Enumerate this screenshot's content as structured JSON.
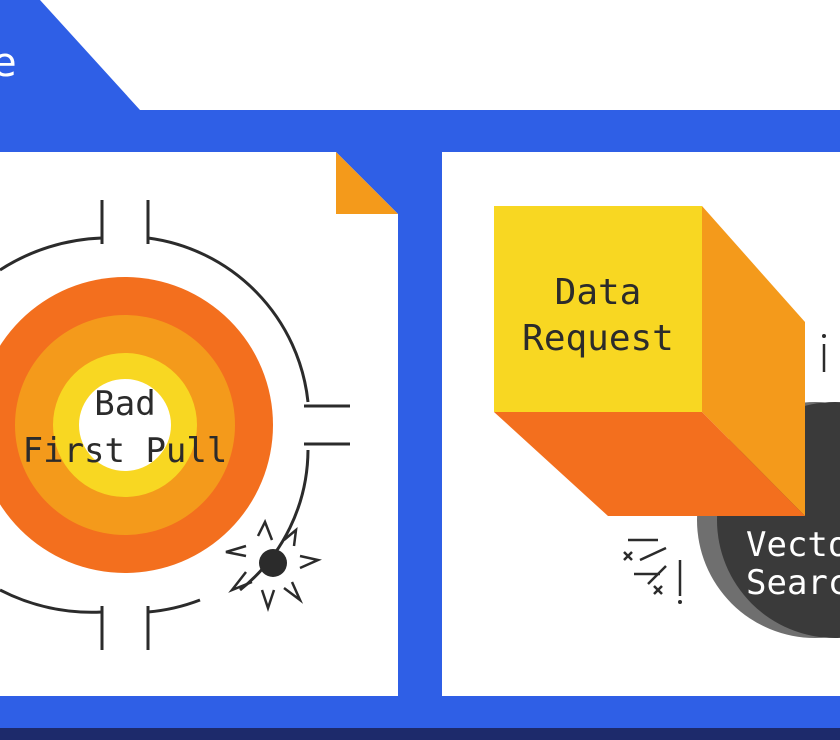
{
  "header": {
    "tab_text_fragment": "e"
  },
  "left_panel": {
    "target_label_line1": "Bad",
    "target_label_line2": "First Pull"
  },
  "right_panel": {
    "cube_label_line1": "Data",
    "cube_label_line2": "Request",
    "disc_label_line1": "Vecto",
    "disc_label_line2": "Searc"
  },
  "colors": {
    "frame_blue": "#2f5fe6",
    "orange_dark": "#f36f1e",
    "orange_mid": "#f49a1b",
    "yellow": "#f8d722",
    "ink": "#2b2b2b",
    "disc_dark": "#3a3a3a",
    "disc_shadow": "#6f6f6f"
  }
}
